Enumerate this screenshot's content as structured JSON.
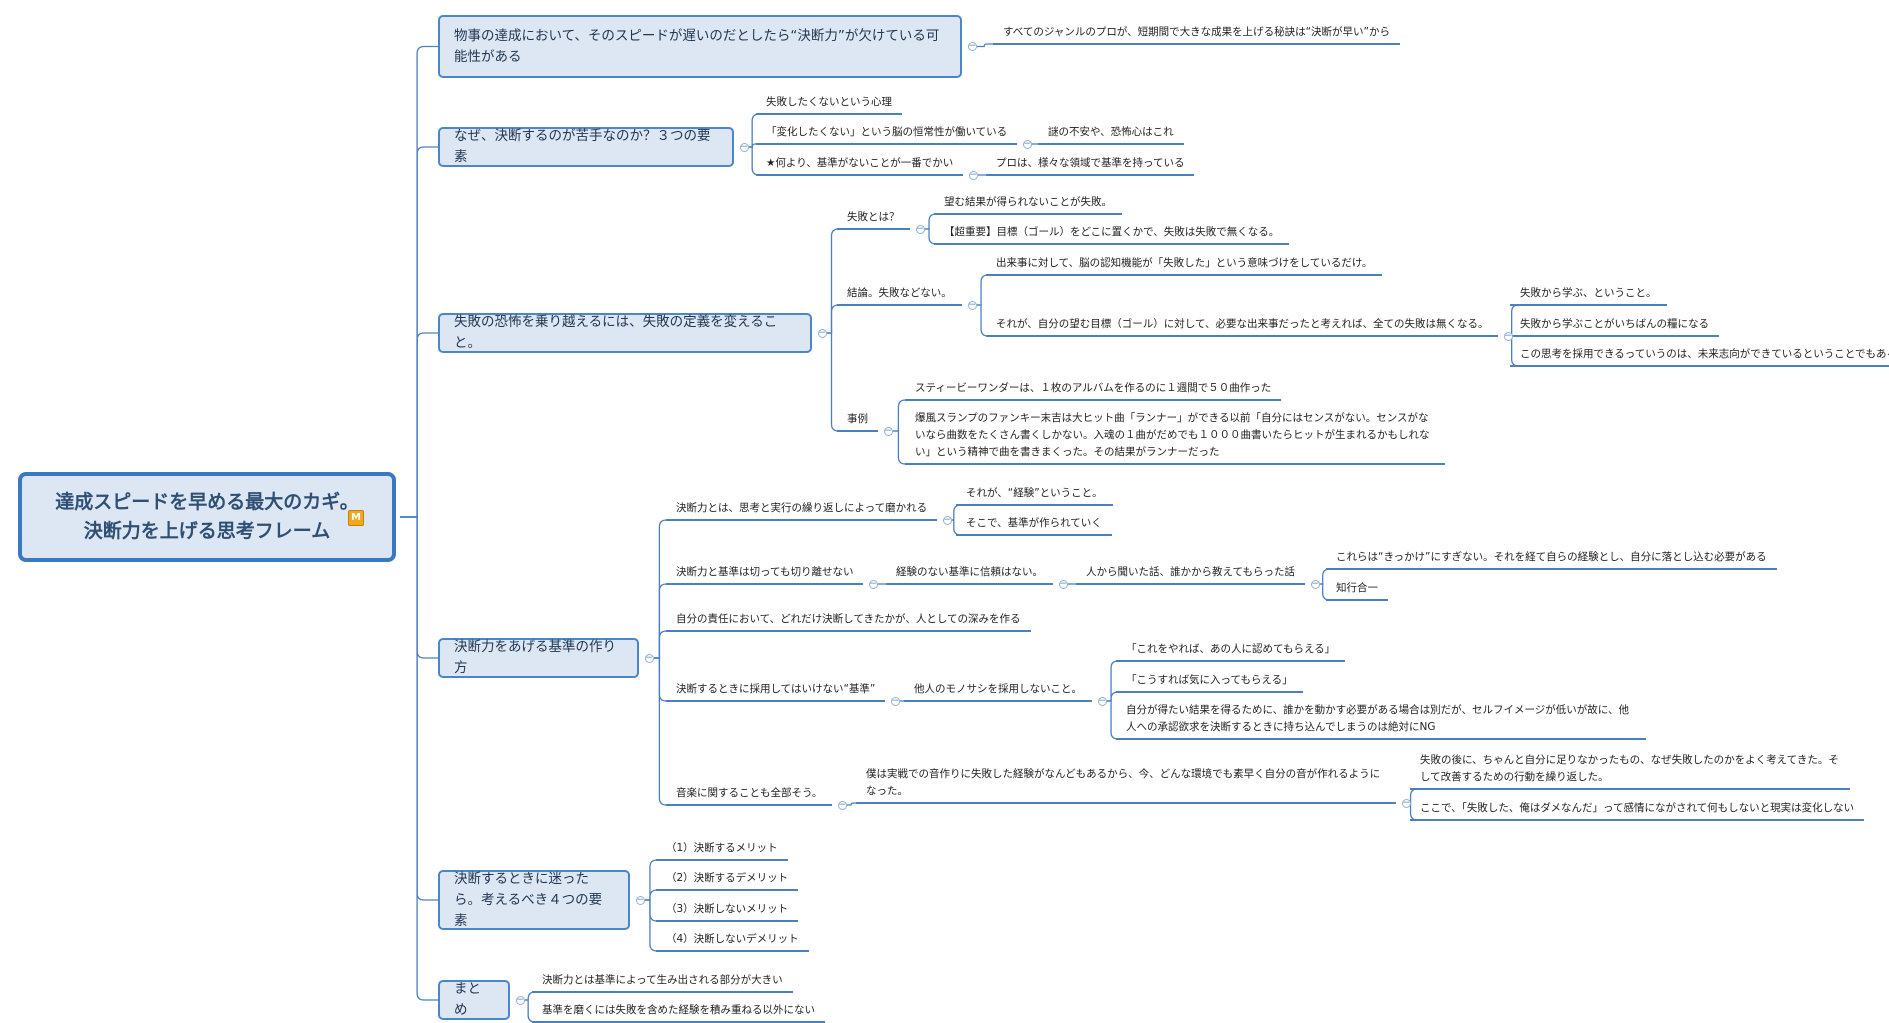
{
  "root": {
    "line1": "達成スピードを早める最大のカギ。",
    "line2": "決断力を上げる思考フレーム",
    "badge": "M"
  },
  "topics": [
    {
      "label": "物事の達成において、そのスピードが遅いのだとしたら“決断力”が欠けている可能性がある",
      "children": [
        {
          "label": "すべてのジャンルのプロが、短期間で大きな成果を上げる秘訣は“決断が早い”から"
        }
      ]
    },
    {
      "label": "なぜ、決断するのが苦手なのか？３つの要素",
      "children": [
        {
          "label": "失敗したくないという心理"
        },
        {
          "label": "「変化したくない」という脳の恒常性が働いている",
          "children": [
            {
              "label": "謎の不安や、恐怖心はこれ"
            }
          ]
        },
        {
          "label": "★何より、基準がないことが一番でかい",
          "children": [
            {
              "label": "プロは、様々な領域で基準を持っている"
            }
          ]
        }
      ]
    },
    {
      "label": "失敗の恐怖を乗り越えるには、失敗の定義を変えること。",
      "children": [
        {
          "label": "失敗とは？",
          "children": [
            {
              "label": "望む結果が得られないことが失敗。"
            },
            {
              "label": "【超重要】目標（ゴール）をどこに置くかで、失敗は失敗で無くなる。"
            }
          ]
        },
        {
          "label": "結論。失敗などない。",
          "children": [
            {
              "label": "出来事に対して、脳の認知機能が「失敗した」という意味づけをしているだけ。"
            },
            {
              "label": "それが、自分の望む目標（ゴール）に対して、必要な出来事だったと考えれば、全ての失敗は無くなる。",
              "children": [
                {
                  "label": "失敗から学ぶ、ということ。"
                },
                {
                  "label": "失敗から学ぶことがいちばんの糧になる"
                },
                {
                  "label": "この思考を採用できるっていうのは、未来志向ができているということでもある"
                }
              ]
            }
          ]
        },
        {
          "label": "事例",
          "children": [
            {
              "label": "スティービーワンダーは、１枚のアルバムを作るのに１週間で５０曲作った"
            },
            {
              "label": "爆風スランプのファンキー末吉は大ヒット曲「ランナー」ができる以前「自分にはセンスがない。センスがないなら曲数をたくさん書くしかない。入魂の１曲がだめでも１０００曲書いたらヒットが生まれるかもしれない」という精神で曲を書きまくった。その結果がランナーだった"
            }
          ]
        }
      ]
    },
    {
      "label": "決断力をあげる基準の作り方",
      "children": [
        {
          "label": "決断力とは、思考と実行の繰り返しによって磨かれる",
          "children": [
            {
              "label": "それが、“経験”ということ。"
            },
            {
              "label": "そこで、基準が作られていく"
            }
          ]
        },
        {
          "label": "決断力と基準は切っても切り離せない",
          "children": [
            {
              "label": "経験のない基準に信頼はない。",
              "children": [
                {
                  "label": "人から聞いた話、誰かから教えてもらった話",
                  "children": [
                    {
                      "label": "これらは“きっかけ”にすぎない。それを経て自らの経験とし、自分に落とし込む必要がある"
                    },
                    {
                      "label": "知行合一"
                    }
                  ]
                }
              ]
            }
          ]
        },
        {
          "label": "自分の責任において、どれだけ決断してきたかが、人としての深みを作る"
        },
        {
          "label": "決断するときに採用してはいけない“基準”",
          "children": [
            {
              "label": "他人のモノサシを採用しないこと。",
              "children": [
                {
                  "label": "「これをやれば、あの人に認めてもらえる」"
                },
                {
                  "label": "「こうすれば気に入ってもらえる」"
                },
                {
                  "label": "自分が得たい結果を得るために、誰かを動かす必要がある場合は別だが、セルフイメージが低いが故に、他人への承認欲求を決断するときに持ち込んでしまうのは絶対にNG"
                }
              ]
            }
          ]
        },
        {
          "label": "音楽に関することも全部そう。",
          "children": [
            {
              "label": "僕は実戦での音作りに失敗した経験がなんどもあるから、今、どんな環境でも素早く自分の音が作れるようになった。",
              "children": [
                {
                  "label": "失敗の後に、ちゃんと自分に足りなかったもの、なぜ失敗したのかをよく考えてきた。そして改善するための行動を繰り返した。"
                },
                {
                  "label": "ここで、「失敗した、俺はダメなんだ」って感情にながされて何もしないと現実は変化しない"
                }
              ]
            }
          ]
        }
      ]
    },
    {
      "label": "決断するときに迷ったら。考えるべき４つの要素",
      "children": [
        {
          "label": "（1）決断するメリット"
        },
        {
          "label": "（2）決断するデメリット"
        },
        {
          "label": "（3）決断しないメリット"
        },
        {
          "label": "（4）決断しないデメリット"
        }
      ]
    },
    {
      "label": "まとめ",
      "children": [
        {
          "label": "決断力とは基準によって生み出される部分が大きい"
        },
        {
          "label": "基準を磨くには失敗を含めた経験を積み重ねる以外にない"
        }
      ]
    }
  ],
  "colors": {
    "line": "#4a7fc0",
    "topic_fill": "#dde7f3",
    "root_border": "#3b78c4",
    "badge": "#f0a81d"
  },
  "icons": {
    "collapse": "collapse-icon",
    "badge": "marker-icon"
  }
}
